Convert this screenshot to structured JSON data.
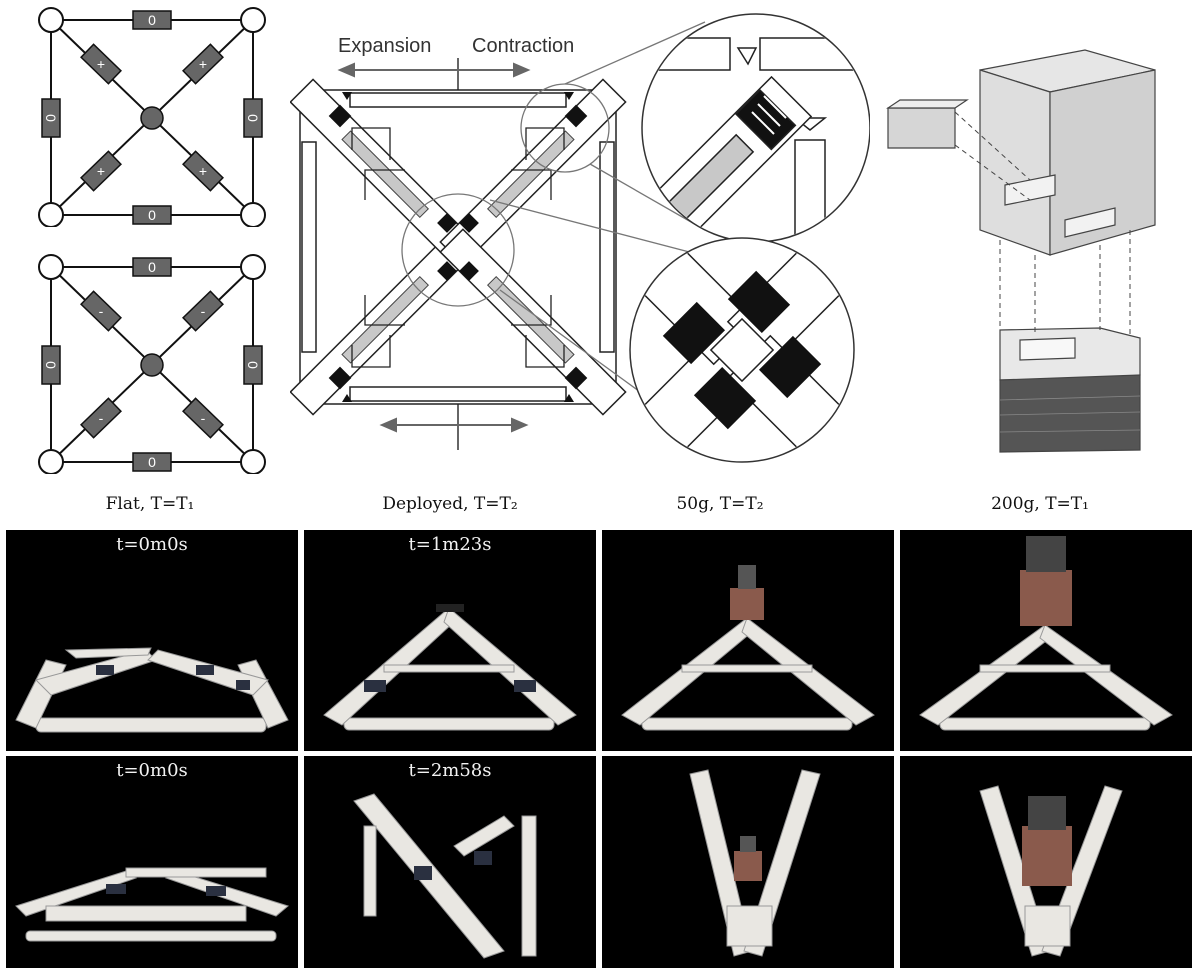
{
  "top_diagram": {
    "schematic_upper": {
      "edge_value": "0",
      "diagonal_symbol": "+"
    },
    "schematic_lower": {
      "edge_value": "0",
      "diagonal_symbol": "-"
    },
    "arrow_labels": {
      "expansion": "Expansion",
      "contraction": "Contraction"
    }
  },
  "captions": [
    "Flat, T=T₁",
    "Deployed, T=T₂",
    "50g, T=T₂",
    "200g, T=T₁"
  ],
  "photo_rows": [
    {
      "times": [
        "t=0m0s",
        "t=1m23s",
        "",
        ""
      ]
    },
    {
      "times": [
        "t=0m0s",
        "t=2m58s",
        "",
        ""
      ]
    }
  ],
  "colors": {
    "module_fill": "#666666",
    "photo_bg": "#000000",
    "printed_part": "#e9e7e2",
    "weight_holder": "#8a5a4c"
  }
}
